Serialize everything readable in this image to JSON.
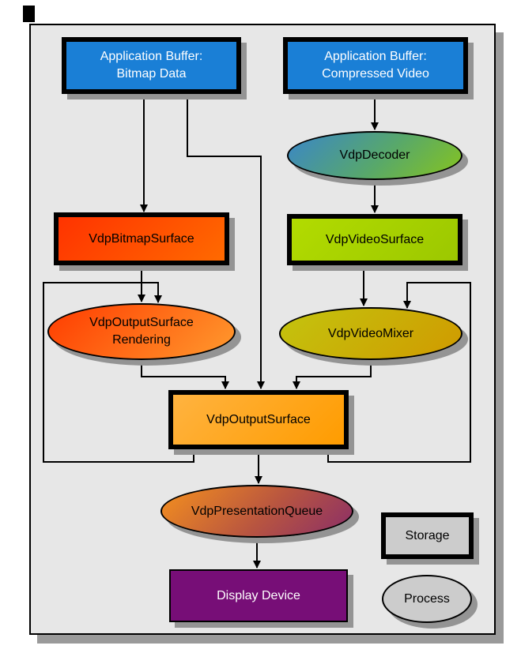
{
  "nodes": {
    "app_bitmap": {
      "line1": "Application Buffer:",
      "line2": "Bitmap Data",
      "type": "storage"
    },
    "app_video": {
      "line1": "Application Buffer:",
      "line2": "Compressed Video",
      "type": "storage"
    },
    "decoder": {
      "label": "VdpDecoder",
      "type": "process"
    },
    "bitmap_surface": {
      "label": "VdpBitmapSurface",
      "type": "storage"
    },
    "video_surface": {
      "label": "VdpVideoSurface",
      "type": "storage"
    },
    "output_surface_rendering": {
      "line1": "VdpOutputSurface",
      "line2": "Rendering",
      "type": "process"
    },
    "video_mixer": {
      "label": "VdpVideoMixer",
      "type": "process"
    },
    "output_surface": {
      "label": "VdpOutputSurface",
      "type": "storage"
    },
    "presentation_queue": {
      "label": "VdpPresentationQueue",
      "type": "process"
    },
    "display_device": {
      "label": "Display Device",
      "type": "storage"
    }
  },
  "legend": {
    "storage_label": "Storage",
    "process_label": "Process"
  },
  "edges": [
    {
      "from": "app_bitmap",
      "to": "bitmap_surface"
    },
    {
      "from": "app_bitmap",
      "to": "output_surface"
    },
    {
      "from": "app_video",
      "to": "decoder"
    },
    {
      "from": "decoder",
      "to": "video_surface"
    },
    {
      "from": "video_surface",
      "to": "video_mixer"
    },
    {
      "from": "bitmap_surface",
      "to": "output_surface_rendering"
    },
    {
      "from": "output_surface",
      "to": "output_surface_rendering"
    },
    {
      "from": "output_surface_rendering",
      "to": "output_surface"
    },
    {
      "from": "output_surface",
      "to": "video_mixer"
    },
    {
      "from": "video_mixer",
      "to": "output_surface"
    },
    {
      "from": "output_surface",
      "to": "presentation_queue"
    },
    {
      "from": "presentation_queue",
      "to": "display_device"
    }
  ],
  "colors": {
    "panel_background": "#e7e7e7",
    "app_buffer_fill": "#1a7fd6",
    "bitmap_surface_gradient": [
      "#ff3300",
      "#ff6a00"
    ],
    "video_surface_gradient": [
      "#b2db00",
      "#9cc800"
    ],
    "decoder_gradient": [
      "#3a86c8",
      "#86c41e"
    ],
    "rendering_gradient": [
      "#ff3c00",
      "#ff9a2e"
    ],
    "mixer_gradient": [
      "#c3c40e",
      "#d09a00"
    ],
    "output_surface_gradient": [
      "#ffb340",
      "#ff9c00"
    ],
    "presentation_queue_gradient": [
      "#f5901e",
      "#8a2e68"
    ],
    "display_device_fill": "#770e77",
    "legend_fill": "#cccccc",
    "line_color": "#000000",
    "shadow_color": "#949494"
  }
}
